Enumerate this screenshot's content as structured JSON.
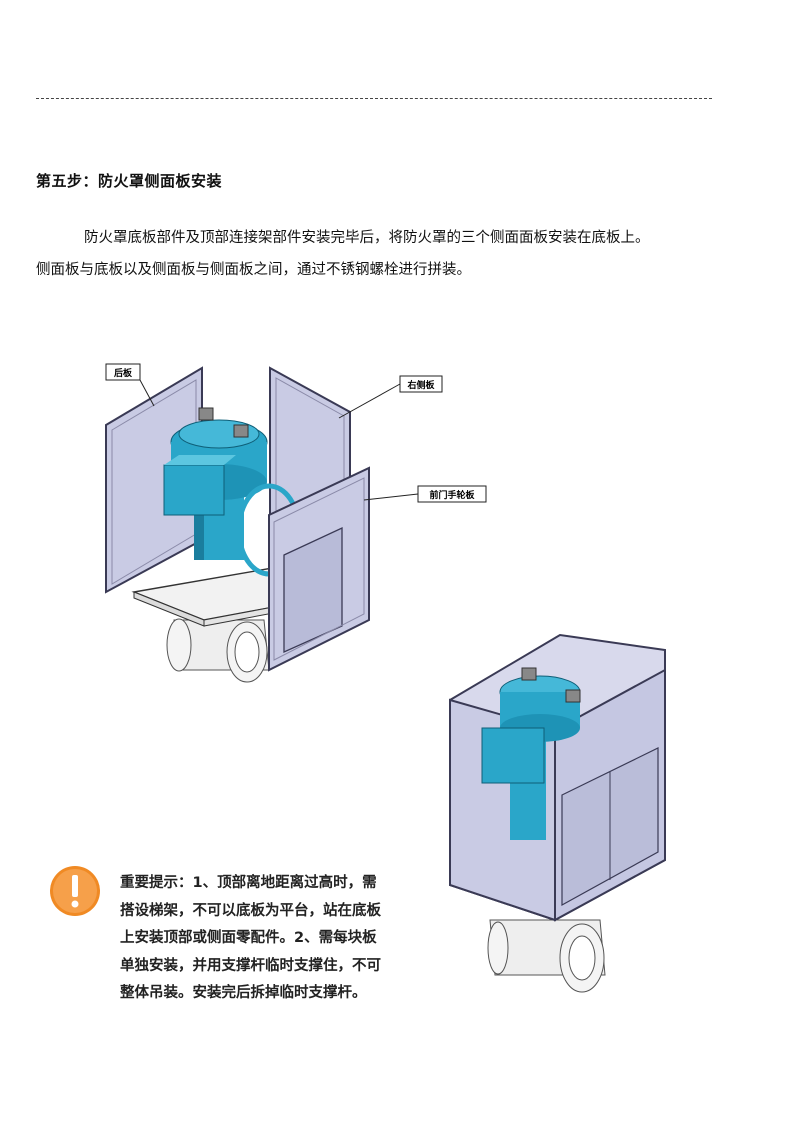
{
  "step": {
    "title": "第五步：防火罩侧面板安装"
  },
  "paragraph": {
    "line1": "防火罩底板部件及顶部连接架部件安装完毕后，将防火罩的三个侧面面板安装在底板上。",
    "line2": "侧面板与底板以及侧面板与侧面板之间，通过不锈钢螺栓进行拼装。"
  },
  "figure1": {
    "labels": {
      "back": "后板",
      "right": "右侧板",
      "front": "前门手轮板"
    }
  },
  "callout": {
    "icon": "exclamation-icon",
    "text": "重要提示：1、顶部离地距离过高时，需搭设梯架，不可以底板为平台，站在底板上安装顶部或侧面零配件。2、需每块板单独安装，并用支撑杆临时支撑住，不可整体吊装。安装完后拆掉临时支撑杆。"
  },
  "colors": {
    "panel": "#c9cbe4",
    "panel_edge": "#3a3a55",
    "equipment": "#2aa6c9",
    "equipment_dark": "#1a7e9e",
    "warning_orange": "#f08a24"
  }
}
